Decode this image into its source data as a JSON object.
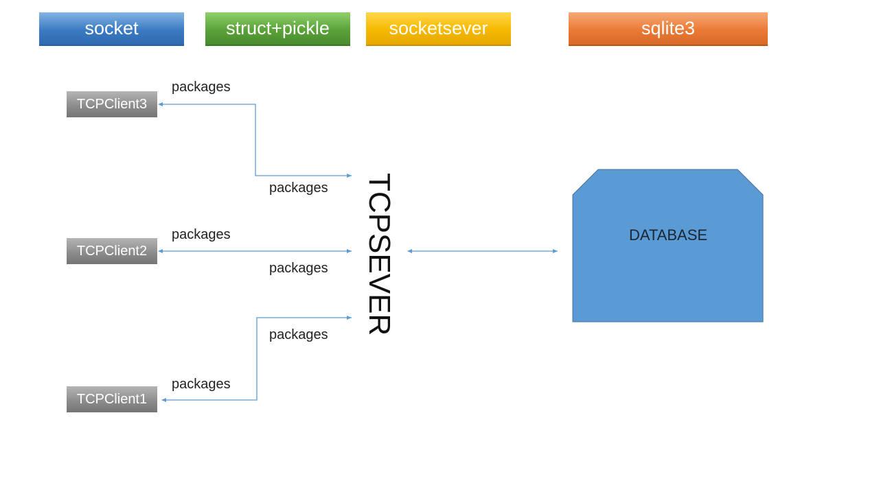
{
  "tags": {
    "socket": "socket",
    "struct_pickle": "struct+pickle",
    "socketsever": "socketsever",
    "sqlite3": "sqlite3"
  },
  "clients": {
    "client3": "TCPClient3",
    "client2": "TCPClient2",
    "client1": "TCPClient1"
  },
  "packages": {
    "label": "packages"
  },
  "server": {
    "label": "TCPSEVER"
  },
  "database": {
    "label": "DATABASE"
  },
  "colors": {
    "line": "#5b9bd5",
    "database_fill": "#5b9bd5",
    "database_stroke": "#41719c",
    "client_fill": "#8a8a8a"
  }
}
